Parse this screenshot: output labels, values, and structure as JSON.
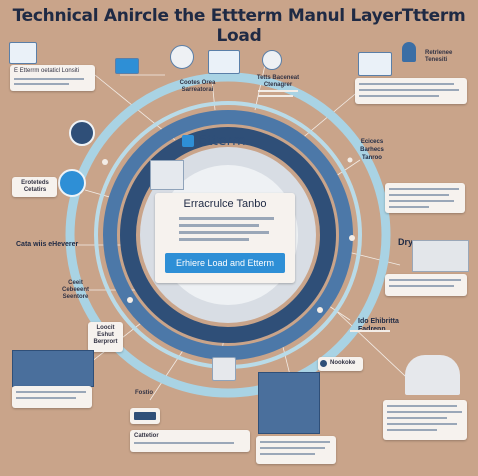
{
  "title": "Technical Anircle the Ettterm Manul LayerTtterm Load",
  "center": {
    "logo_text": "Etterm",
    "panel_title": "Erracrulce Tanbo",
    "button_label": "Erhiere Load and Etterm"
  },
  "top_left": {
    "label": "E Etterrm oetaticl Lonsiti"
  },
  "top_mid_left": {
    "label": "Cootes Orea Sarreatorai"
  },
  "top_mid_right": {
    "label": "Tetts Baceneat Ctenagrer"
  },
  "top_right": {
    "label": "Retrlenee Tenesiti"
  },
  "right_1": {
    "label": "Ecicecs Barhecs Tanroo"
  },
  "right_2": {
    "label": "Dry"
  },
  "right_3": {
    "label": "Ido Ehibritta Fadrenn"
  },
  "right_4": {
    "label": "Nookoke"
  },
  "left_1": {
    "label": "Eroteteds Cetatirs"
  },
  "left_2": {
    "label": "Cata wiis eHeverer"
  },
  "left_3": {
    "label": "Ceeit Cebeeent Seentore"
  },
  "left_4": {
    "label": "Loocit Eshut Berprort"
  },
  "bottom_1": {
    "label": "Fostio"
  },
  "bottom_2": {
    "label": "Cattetior"
  },
  "colors": {
    "background": "#c9a48a",
    "ring_outer": "#a9d3e4",
    "ring_mid": "#4c78a8",
    "ring_inner": "#2f4f78",
    "accent": "#2e8fd6"
  }
}
